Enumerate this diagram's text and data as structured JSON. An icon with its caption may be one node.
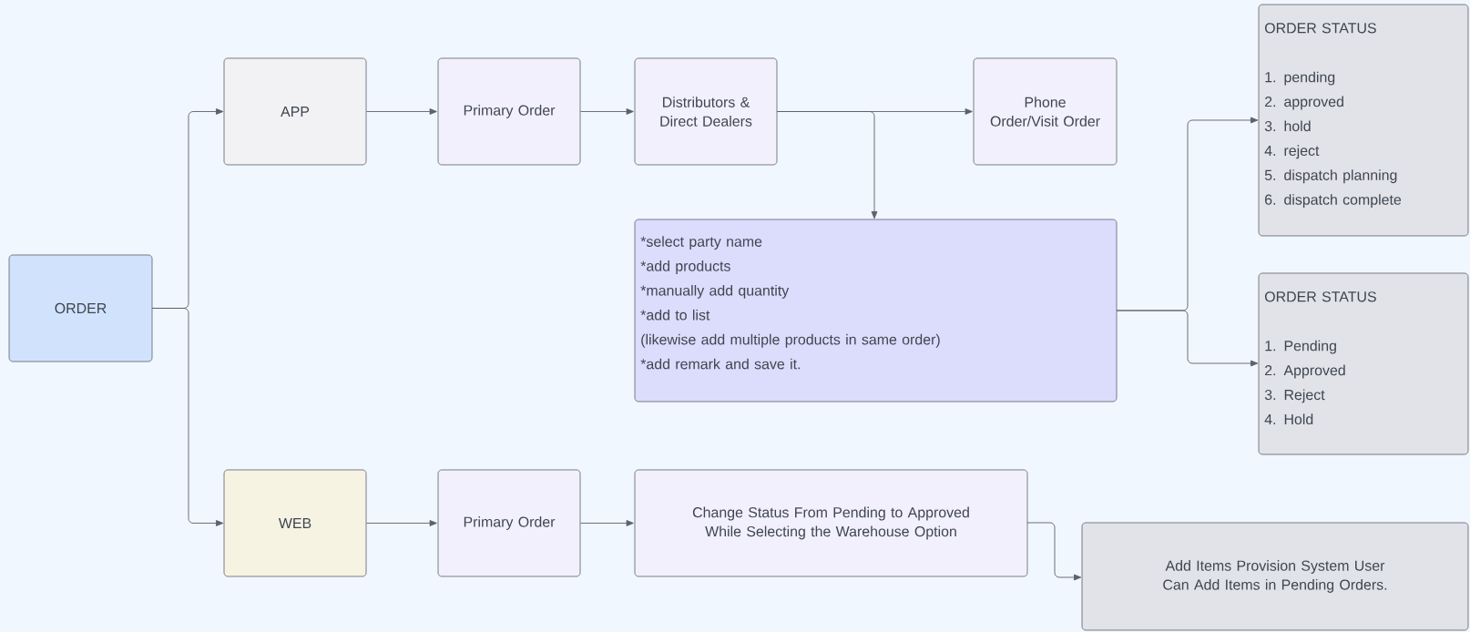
{
  "diagram": {
    "nodes": [
      {
        "text": [
          "ORDER"
        ]
      },
      {
        "text": [
          "APP"
        ]
      },
      {
        "text": [
          "Primary Order"
        ]
      },
      {
        "text": [
          "Distributors & Direct Dealers"
        ]
      },
      {
        "text": [
          "Phone Order/Visit Order"
        ]
      },
      {
        "text": [
          "*select party name",
          "*add products",
          "*manually add quantity",
          "*add to list",
          "(likewise add multiple products in same order)",
          "*add remark and save it."
        ]
      },
      {
        "text": [
          "ORDER STATUS",
          "1. pending",
          "2. approved",
          "3. hold",
          "4. reject",
          "5. dispatch planning",
          "6. dispatch complete"
        ]
      },
      {
        "text": [
          "ORDER STATUS",
          "1. Pending",
          "2. Approved",
          "3. Reject",
          "4. Hold"
        ]
      },
      {
        "text": [
          "WEB"
        ]
      },
      {
        "text": [
          "Primary Order"
        ]
      },
      {
        "text": [
          "Change Status From Pending to Approved While Selecting the Warehouse Option"
        ]
      },
      {
        "text": [
          "Add Items Provision System User Can Add Items in Pending Orders."
        ]
      }
    ],
    "edges": [
      {
        "from": 0,
        "to": 1,
        "arrow": "to"
      },
      {
        "from": 0,
        "to": 8,
        "arrow": "to"
      },
      {
        "from": 1,
        "to": 2,
        "arrow": "to"
      },
      {
        "from": 2,
        "to": 3,
        "arrow": "to"
      },
      {
        "from": 3,
        "to": 4,
        "arrow": "to"
      },
      {
        "from": 3,
        "to": 5,
        "arrow": "to"
      },
      {
        "from": 5,
        "to": 6,
        "arrow": "to"
      },
      {
        "from": 5,
        "to": 7,
        "arrow": "to"
      },
      {
        "from": 8,
        "to": 9,
        "arrow": "to"
      },
      {
        "from": 9,
        "to": 10,
        "arrow": "to"
      },
      {
        "from": 10,
        "to": 11,
        "arrow": "to"
      }
    ]
  }
}
